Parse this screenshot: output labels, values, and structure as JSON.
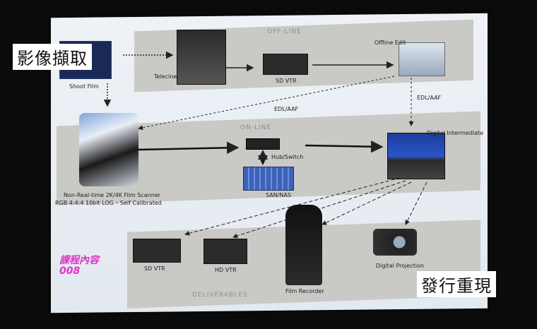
{
  "overlays": {
    "capture": "影像擷取",
    "release": "發行重現",
    "course": "課程內容",
    "course_num": "008"
  },
  "sections": {
    "offline": "OFF-LINE",
    "online": "ON-LINE",
    "deliverables": "DELIVERABLES"
  },
  "labels": {
    "shoot_film": "Shoot Film",
    "telecine": "Telecine",
    "sd_vtr_top": "SD VTR",
    "offline_edit": "Offline Edit",
    "edl_right": "EDL/AAF",
    "edl_mid": "EDL/AAF",
    "scanner_line1": "Non-Real-time 2K/4K Film Scanner",
    "scanner_line2": "RGB 4:4:4 10bit LOG – Self Calibrated",
    "hub": "Hub/Switch",
    "san": "SAN/NAS",
    "di": "Digital Intermediate",
    "sd_vtr_bottom": "SD VTR",
    "hd_vtr": "HD VTR",
    "film_recorder": "Film Recorder",
    "projection": "Digital Projection"
  },
  "colors": {
    "slide": "#e8edf3",
    "band": "#c9c9c6",
    "pink": "#e233c8"
  }
}
